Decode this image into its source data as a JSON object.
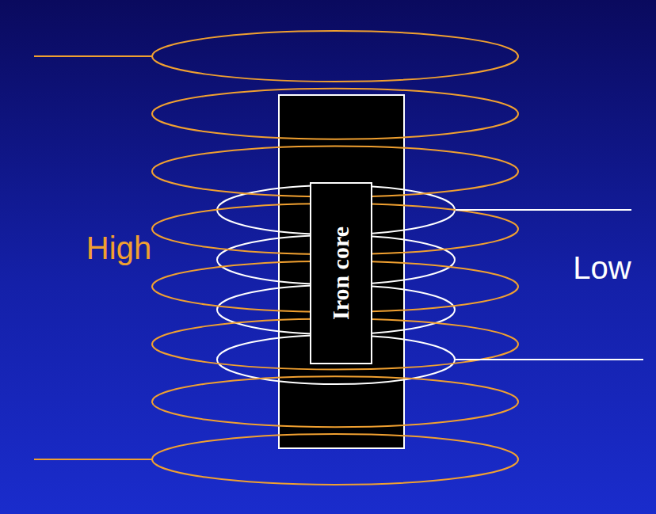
{
  "diagram": {
    "nodes": [
      {
        "text": [
          "Iron core"
        ]
      }
    ],
    "labels": [
      "High",
      "Low"
    ]
  }
}
